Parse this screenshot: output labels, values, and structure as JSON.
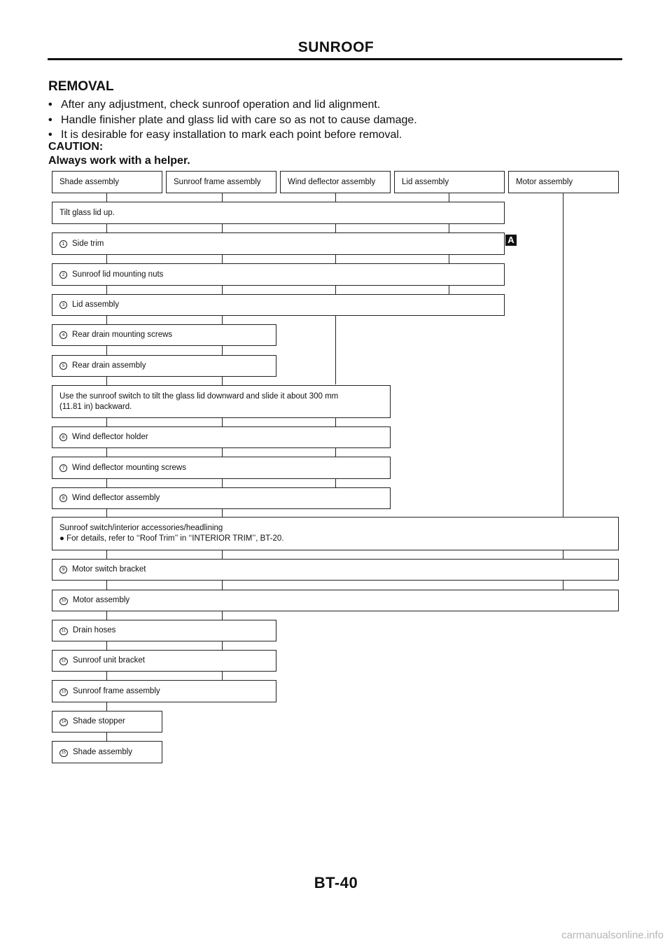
{
  "header": {
    "title": "SUNROOF"
  },
  "section": {
    "heading": "REMOVAL",
    "bullets": [
      "After any adjustment, check sunroof operation and lid alignment.",
      "Handle finisher plate and glass lid with care so as not to cause damage.",
      "It is desirable for easy installation to mark each point before removal."
    ],
    "bullet_symbol": "•",
    "caution_label": "CAUTION:",
    "caution_text": "Always work with a helper."
  },
  "diagram": {
    "components": [
      "Shade assembly",
      "Sunroof frame assembly",
      "Wind deflector assembly",
      "Lid assembly",
      "Motor assembly"
    ],
    "tilt_step": "Tilt glass lid up.",
    "steps_a": [
      {
        "num": "1",
        "label": "Side trim"
      },
      {
        "num": "2",
        "label": "Sunroof lid mounting nuts"
      },
      {
        "num": "3",
        "label": "Lid assembly"
      },
      {
        "num": "4",
        "label": "Rear drain mounting screws"
      },
      {
        "num": "5",
        "label": "Rear drain assembly"
      }
    ],
    "slide_step_line1": "Use the sunroof switch to tilt the glass lid downward and slide it about 300 mm",
    "slide_step_line2": "(11.81 in) backward.",
    "steps_b": [
      {
        "num": "6",
        "label": "Wind deflector holder"
      },
      {
        "num": "7",
        "label": "Wind deflector mounting screws"
      },
      {
        "num": "8",
        "label": "Wind deflector assembly"
      }
    ],
    "headlining_step_line1": "Sunroof switch/interior accessories/headlining",
    "headlining_step_line2": "● For details, refer to ‘‘Roof Trim’’ in ‘‘INTERIOR TRIM’’, BT-20.",
    "steps_c": [
      {
        "num": "9",
        "label": "Motor switch bracket"
      },
      {
        "num": "10",
        "label": "Motor assembly"
      },
      {
        "num": "11",
        "label": "Drain hoses"
      },
      {
        "num": "12",
        "label": "Sunroof unit bracket"
      },
      {
        "num": "13",
        "label": "Sunroof frame assembly"
      },
      {
        "num": "14",
        "label": "Shade stopper"
      },
      {
        "num": "15",
        "label": "Shade assembly"
      }
    ],
    "reference_badge": "A"
  },
  "footer": {
    "page_code": "BT-40"
  },
  "watermark": "carmanualsonline.info"
}
